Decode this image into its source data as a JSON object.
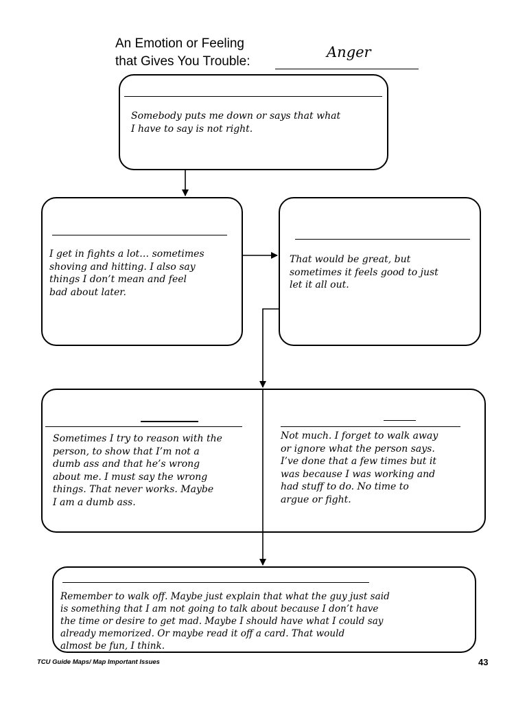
{
  "header": {
    "prompt_line1": "An Emotion or Feeling",
    "prompt_line2": "that Gives You Trouble:",
    "answer": "Anger"
  },
  "boxes": {
    "trigger": "Somebody puts me down or says that what\nI have to say is not right.",
    "reaction": "I get in fights a lot… sometimes\nshoving and hitting.  I also say\nthings I don’t mean and feel\nbad about later.",
    "feeling": "That would be great, but\nsometimes it feels good to just\nlet it all out.",
    "tried_left": "Sometimes I try to reason with the\nperson, to show that I’m not a\ndumb ass and that he’s wrong\nabout me.  I must say the wrong\nthings.  That never works.  Maybe\nI am a dumb ass.",
    "tried_right": "Not much.  I forget to walk away\nor ignore what the person says.\nI’ve done that a few times but it\nwas because I was working and\nhad stuff to do.  No time to\nargue or fight.",
    "plan": "Remember to walk off.  Maybe just explain that what the guy just said\nis something that I am not going to talk about because I don’t have\nthe time or desire to get mad.  Maybe I should have what I could say\nalready memorized.  Or maybe read it off a card.  That would\nalmost be fun, I think."
  },
  "footer": {
    "source": "TCU Guide Maps/ Map Important Issues",
    "page_number": "43"
  }
}
